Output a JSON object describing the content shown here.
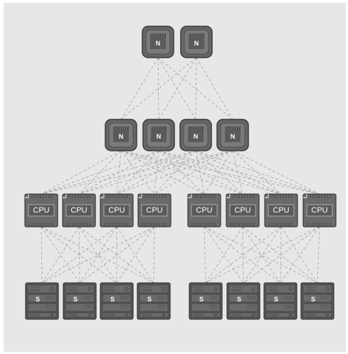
{
  "colors": {
    "background": "#e7e7e7",
    "node_fill": "#6a6a6a",
    "node_dark": "#4a4a4a",
    "node_outline": "#3a3a3a",
    "connector": "#a9a9a9",
    "label": "#ffffff"
  },
  "icons": {
    "switch": "network-switch-icon",
    "cpu": "cpu-chip-icon",
    "storage": "storage-server-icon"
  },
  "tiers": {
    "core": {
      "nodes": [
        {
          "label": "N"
        },
        {
          "label": "N"
        }
      ]
    },
    "aggregation": {
      "nodes": [
        {
          "label": "N"
        },
        {
          "label": "N"
        },
        {
          "label": "N"
        },
        {
          "label": "N"
        }
      ]
    },
    "compute": {
      "nodes": [
        {
          "label": "CPU"
        },
        {
          "label": "CPU"
        },
        {
          "label": "CPU"
        },
        {
          "label": "CPU"
        },
        {
          "label": "CPU"
        },
        {
          "label": "CPU"
        },
        {
          "label": "CPU"
        },
        {
          "label": "CPU"
        }
      ]
    },
    "storage": {
      "nodes": [
        {
          "label": "S"
        },
        {
          "label": "S"
        },
        {
          "label": "S"
        },
        {
          "label": "S"
        },
        {
          "label": "S"
        },
        {
          "label": "S"
        },
        {
          "label": "S"
        },
        {
          "label": "S"
        }
      ]
    }
  },
  "links": {
    "core_to_aggregation": "all",
    "aggregation_to_compute": "all",
    "compute_to_storage": "within_group_of_4"
  }
}
